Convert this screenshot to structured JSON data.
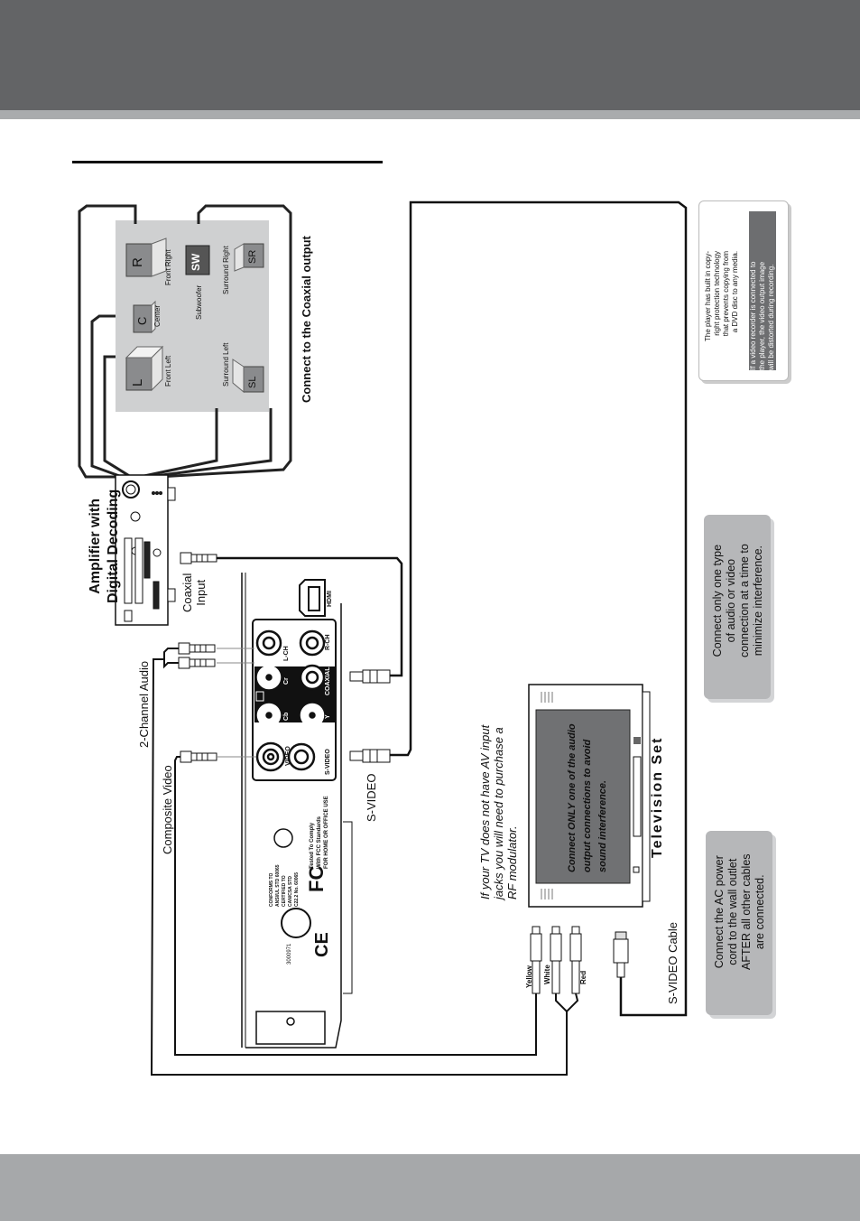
{
  "labels": {
    "amplifier_line1": "Amplifier with",
    "amplifier_line2": "Digital Decoding",
    "coaxial_line1": "Coaxial",
    "coaxial_line2": "Input",
    "two_channel_audio": "2-Channel Audio",
    "composite_video": "Composite Video",
    "svideo": "S-VIDEO",
    "svideo_cable": "S-VIDEO Cable",
    "connect_coaxial": "Connect to the Coaxial output",
    "television_set": "Television Set",
    "rf_line1": "If your TV does not have AV input",
    "rf_line2": "jacks you will need to purchase a",
    "rf_line3": "RF modulator.",
    "tv_screen_line1": "Connect ONLY one of the audio",
    "tv_screen_line2": "output connections to avoid",
    "tv_screen_line3": "sound interference.",
    "yellow": "Yellow",
    "white": "White",
    "red": "Red"
  },
  "speakers": {
    "front_left": {
      "label": "Front Left",
      "code": "L"
    },
    "center": {
      "label": "Center",
      "code": "C"
    },
    "front_right": {
      "label": "Front Right",
      "code": "R"
    },
    "subwoofer": {
      "label": "Subwoofer",
      "code": "SW"
    },
    "surround_left": {
      "label": "Surround Left",
      "code": "SL"
    },
    "surround_right": {
      "label": "Surround Right",
      "code": "SR"
    }
  },
  "player_panel": {
    "jack_video": "VIDEO",
    "jack_svideo": "S-VIDEO",
    "jack_cb": "Cb",
    "jack_y": "Y",
    "jack_cr": "Cr",
    "jack_coaxial": "COAXIAL",
    "jack_lch": "L-CH",
    "jack_rch": "R-CH",
    "hdmi": "HDMI",
    "fcc_line1": "Tested To Comply",
    "fcc_line2": "With FCC Standards",
    "fcc_line3": "FOR HOME OR OFFICE USE",
    "conforms_line1": "CONFORMS TO",
    "conforms_line2": "ANSI/UL STD 60065",
    "conforms_line3": "CERTIFIED TO",
    "conforms_line4": "CAN/CSA STD",
    "conforms_line5": "C22.2 No. 60065",
    "etl_number": "3000971",
    "fc_mark": "FC",
    "ce_mark": "CE"
  },
  "notes": {
    "copy_protection": {
      "line1": "The player has built in copy-",
      "line2": "right protection technology",
      "line3": "that prevents copying from",
      "line4": "a DVD disc to any media.",
      "highlight1": "If a video recorder is connected to",
      "highlight2": "the player, the video output image",
      "highlight3": "will be distorted during recording."
    },
    "one_connection": {
      "line1": "Connect only one type",
      "line2": "of audio or video",
      "line3": "connection at a time to",
      "line4": "minimize interference."
    },
    "ac_power": {
      "line1": "Connect the AC power",
      "line2": "cord  to  the  wall  outlet",
      "line3": "AFTER all other cables",
      "line4": "are connected."
    }
  },
  "colors": {
    "header": "#636466",
    "footer": "#a6a8aa",
    "speaker_panel": "#cfd0d1",
    "note_box": "#b6b7b9",
    "tv_screen": "#707173"
  }
}
